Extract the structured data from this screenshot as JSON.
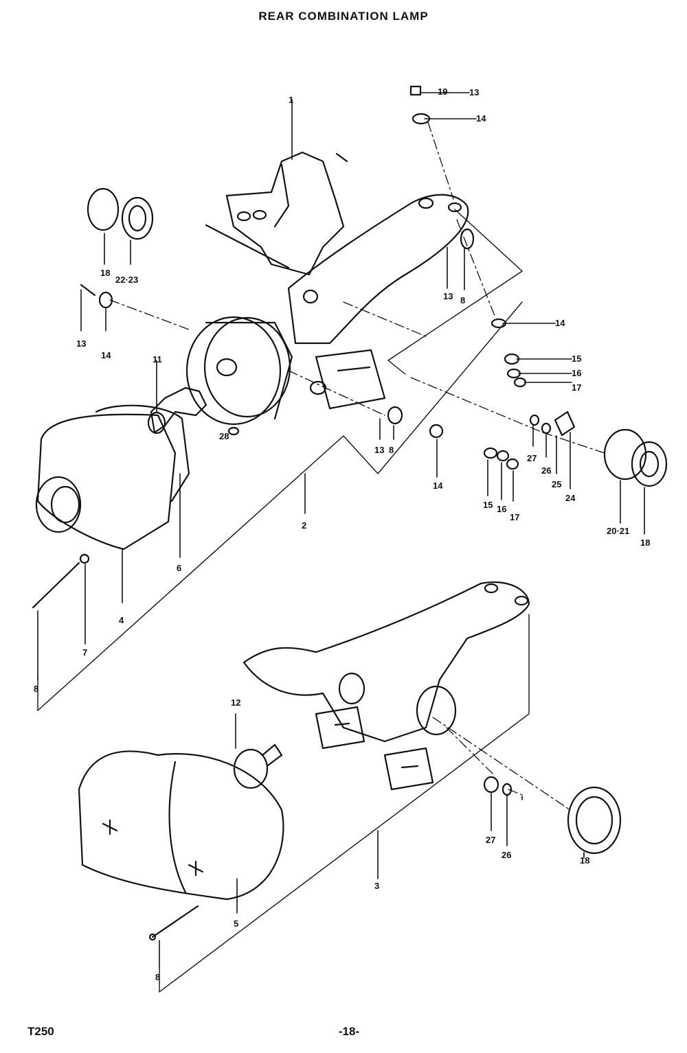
{
  "title": "REAR COMBINATION LAMP",
  "model_code": "T250",
  "page_number": "-18-",
  "callouts": [
    {
      "id": "c1",
      "text": "1"
    },
    {
      "id": "c2",
      "text": "2"
    },
    {
      "id": "c3",
      "text": "3"
    },
    {
      "id": "c4",
      "text": "4"
    },
    {
      "id": "c5",
      "text": "5"
    },
    {
      "id": "c6",
      "text": "6"
    },
    {
      "id": "c7",
      "text": "7"
    },
    {
      "id": "c8a",
      "text": "8"
    },
    {
      "id": "c8b",
      "text": "8"
    },
    {
      "id": "c8c",
      "text": "8"
    },
    {
      "id": "c8d",
      "text": "8"
    },
    {
      "id": "c11",
      "text": "11"
    },
    {
      "id": "c12",
      "text": "12"
    },
    {
      "id": "c13a",
      "text": "13"
    },
    {
      "id": "c13b",
      "text": "13"
    },
    {
      "id": "c13c",
      "text": "13"
    },
    {
      "id": "c13d",
      "text": "13"
    },
    {
      "id": "c14a",
      "text": "14"
    },
    {
      "id": "c14b",
      "text": "14"
    },
    {
      "id": "c14c",
      "text": "14"
    },
    {
      "id": "c14d",
      "text": "14"
    },
    {
      "id": "c15a",
      "text": "15"
    },
    {
      "id": "c15b",
      "text": "15"
    },
    {
      "id": "c16a",
      "text": "16"
    },
    {
      "id": "c16b",
      "text": "16"
    },
    {
      "id": "c17a",
      "text": "17"
    },
    {
      "id": "c17b",
      "text": "17"
    },
    {
      "id": "c18a",
      "text": "18"
    },
    {
      "id": "c18b",
      "text": "18"
    },
    {
      "id": "c18c",
      "text": "18"
    },
    {
      "id": "c19",
      "text": "19"
    },
    {
      "id": "c2021",
      "text": "20·21"
    },
    {
      "id": "c2223",
      "text": "22·23"
    },
    {
      "id": "c24",
      "text": "24"
    },
    {
      "id": "c25",
      "text": "25"
    },
    {
      "id": "c26a",
      "text": "26"
    },
    {
      "id": "c26b",
      "text": "26"
    },
    {
      "id": "c27a",
      "text": "27"
    },
    {
      "id": "c27b",
      "text": "27"
    },
    {
      "id": "c28",
      "text": "28"
    }
  ]
}
